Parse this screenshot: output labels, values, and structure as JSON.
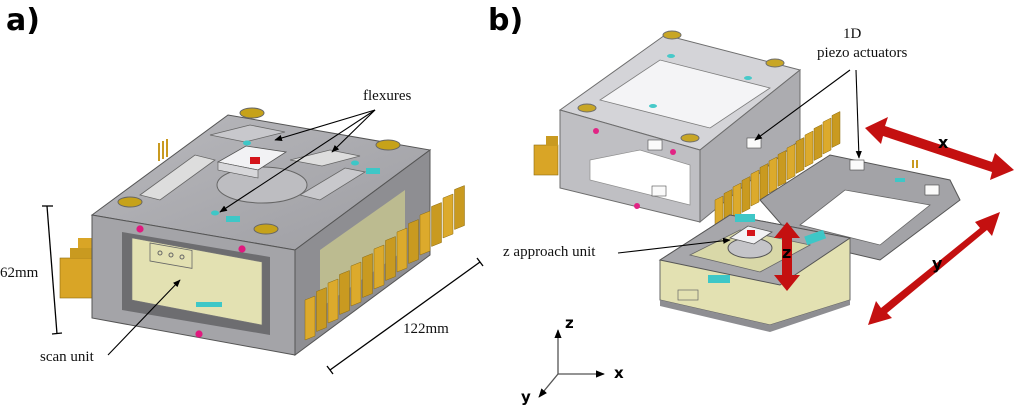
{
  "figure": {
    "panels": [
      {
        "id": "a",
        "label": "a)"
      },
      {
        "id": "b",
        "label": "b)"
      }
    ],
    "panel_a": {
      "annotations": {
        "flexures": "flexures",
        "scan_unit": "scan unit",
        "height_dim": "62mm",
        "width_dim": "122mm"
      }
    },
    "panel_b": {
      "annotations": {
        "actuators_line1": "1D",
        "actuators_line2": "piezo actuators",
        "z_approach": "z approach unit"
      },
      "motion_arrows": {
        "x": "x",
        "y": "y",
        "z": "z"
      },
      "coordinate_axes": {
        "x": "x",
        "y": "y",
        "z": "z"
      }
    },
    "colors": {
      "frame_gray": "#a9a9ad",
      "frame_dark": "#8c8c90",
      "heatsink_gold": "#d9a526",
      "piezo_cream": "#e6e4b4",
      "cyan_part": "#3ec7c7",
      "magenta_dot": "#e0197e",
      "arrow_red": "#c41010",
      "sample_red": "#d4141a"
    }
  }
}
